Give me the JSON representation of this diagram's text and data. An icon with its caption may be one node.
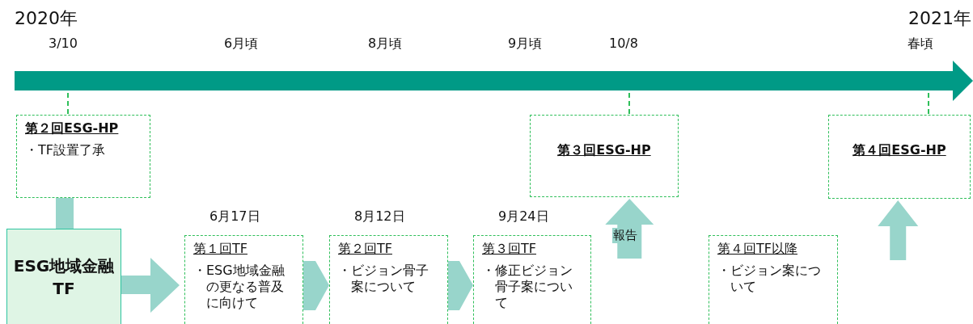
{
  "diagram": {
    "nodes": [
      {
        "text": [
          "第２回ESG-HP",
          "・TF設置了承"
        ]
      },
      {
        "text": [
          "第３回ESG-HP"
        ]
      },
      {
        "text": [
          "第４回ESG-HP"
        ]
      },
      {
        "text": [
          "ESG地域金融TF"
        ]
      },
      {
        "text": [
          "第１回TF",
          "・ESG地域金融の更なる普及に向けて"
        ],
        "beside": [
          "6月17日"
        ]
      },
      {
        "text": [
          "第２回TF",
          "・ビジョン骨子案について"
        ],
        "beside": [
          "8月12日"
        ]
      },
      {
        "text": [
          "第３回TF",
          "・修正ビジョン骨子案について"
        ],
        "beside": [
          "9月24日"
        ]
      },
      {
        "text": [
          "第４回TF以降",
          "・ビジョン案について"
        ]
      }
    ],
    "edges": [
      {
        "from": 0,
        "to": 3,
        "arrow": "none"
      },
      {
        "from": 3,
        "to": 4,
        "arrow": "to"
      },
      {
        "from": 4,
        "to": 5,
        "arrow": "to"
      },
      {
        "from": 5,
        "to": 6,
        "arrow": "to"
      },
      {
        "from": null,
        "to": 1,
        "arrow": "to",
        "label": "報告"
      },
      {
        "from": null,
        "to": 2,
        "arrow": "to"
      }
    ],
    "labels": [
      "2020年",
      "2021年",
      "3/10",
      "6月頃",
      "8月頃",
      "9月頃",
      "10/8",
      "春頃"
    ]
  }
}
